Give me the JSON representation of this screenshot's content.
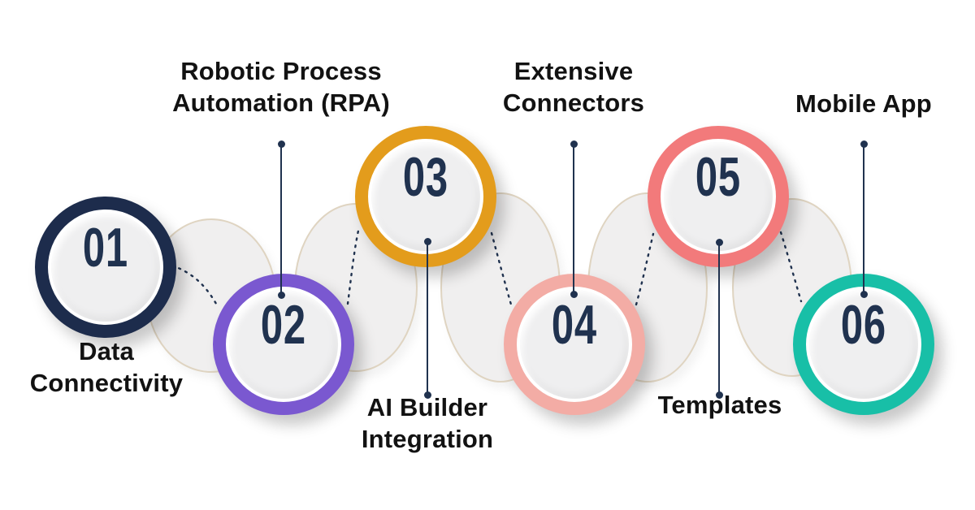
{
  "infographic": {
    "steps": [
      {
        "number": "01",
        "label": "Data Connectivity",
        "label_lines": [
          "Data",
          "Connectivity"
        ],
        "color": "#1D2C4C",
        "label_position": "below"
      },
      {
        "number": "02",
        "label": "Robotic Process Automation (RPA)",
        "label_lines": [
          "Robotic Process",
          "Automation (RPA)"
        ],
        "color": "#7A58D0",
        "label_position": "above"
      },
      {
        "number": "03",
        "label": "AI Builder Integration",
        "label_lines": [
          "AI Builder",
          "Integration"
        ],
        "color": "#E39C1C",
        "label_position": "below"
      },
      {
        "number": "04",
        "label": "Extensive Connectors",
        "label_lines": [
          "Extensive",
          "Connectors"
        ],
        "color": "#F3ACA5",
        "label_position": "above"
      },
      {
        "number": "05",
        "label": "Templates",
        "label_lines": [
          "Templates"
        ],
        "color": "#F27A7B",
        "label_position": "below"
      },
      {
        "number": "06",
        "label": "Mobile App",
        "label_lines": [
          "Mobile App"
        ],
        "color": "#18BFA7",
        "label_position": "above"
      }
    ],
    "colors": {
      "number_text": "#20324F",
      "label_text": "#121212",
      "connector_line": "#20324F",
      "dashed_connector": "#20324F",
      "circle_inner_fill": "#EFEFF0",
      "circle_gap": "#FFFFFF",
      "blob_fill": "#F0EFEF",
      "blob_outline": "#D2BE9B",
      "background": "#FFFFFF"
    }
  }
}
